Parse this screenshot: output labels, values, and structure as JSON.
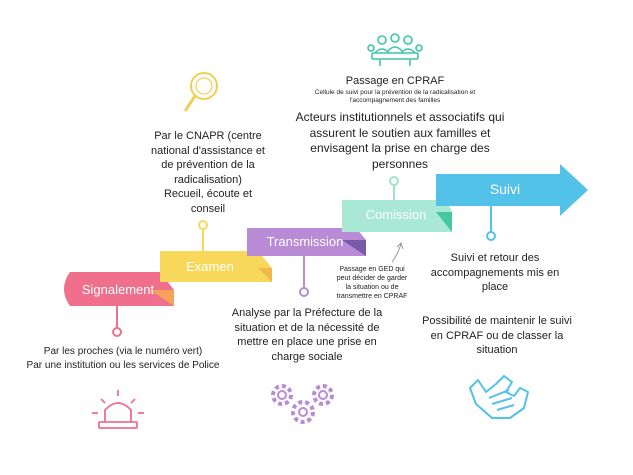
{
  "colors": {
    "signalement": "#ef6f8c",
    "examen": "#f7d85a",
    "transmission": "#b98ad6",
    "comission": "#9fe3cf",
    "suivi": "#52c2e8",
    "icon_teal": "#3cc6a6",
    "icon_yellow": "#f2cf54",
    "icon_purple": "#b98ad6",
    "icon_red": "#ef6f8c",
    "icon_blue": "#52c2e8"
  },
  "steps": {
    "signalement": "Signalement",
    "examen": "Examen",
    "transmission": "Transmission",
    "comission": "Comission",
    "suivi": "Suivi"
  },
  "texts": {
    "cpraf_title": "Passage en CPRAF",
    "cpraf_subtitle_1": "Cellule de suivi pour la prévention de la radicalisation et",
    "cpraf_subtitle_2": "l'accompagnement des familles",
    "cpraf_body_1": "Acteurs institutionnels et associatifs qui",
    "cpraf_body_2": "assurent le soutien aux familles et",
    "cpraf_body_3": "envisagent la prise en charge des",
    "cpraf_body_4": "personnes",
    "examen_1": "Par le CNAPR (centre",
    "examen_2": "national d'assistance et",
    "examen_3": "de prévention de la",
    "examen_4": "radicalisation)",
    "examen_5": "Recueil, écoute et",
    "examen_6": "conseil",
    "signal_1": "Par les proches (via le numéro vert)",
    "signal_2": "Par une institution ou les services de Police",
    "trans_1": "Analyse par la Préfecture de la",
    "trans_2": "situation et de la nécessité de",
    "trans_3": "mettre en place une prise en",
    "trans_4": "charge sociale",
    "ged_1": "Passage en GED qui",
    "ged_2": "peut décider de garder",
    "ged_3": "la situation ou de",
    "ged_4": "transmettre en CPRAF",
    "suivi_a1": "Suivi et retour des",
    "suivi_a2": "accompagnements mis en",
    "suivi_a3": "place",
    "suivi_b1": "Possibilité de maintenir le suivi",
    "suivi_b2": "en CPRAF ou de classer la",
    "suivi_b3": "situation"
  },
  "icons": {
    "meeting": "meeting-table-icon",
    "magnifier": "magnifying-glass-icon",
    "alarm": "alarm-light-icon",
    "gears": "gears-icon",
    "handshake": "handshake-icon"
  }
}
